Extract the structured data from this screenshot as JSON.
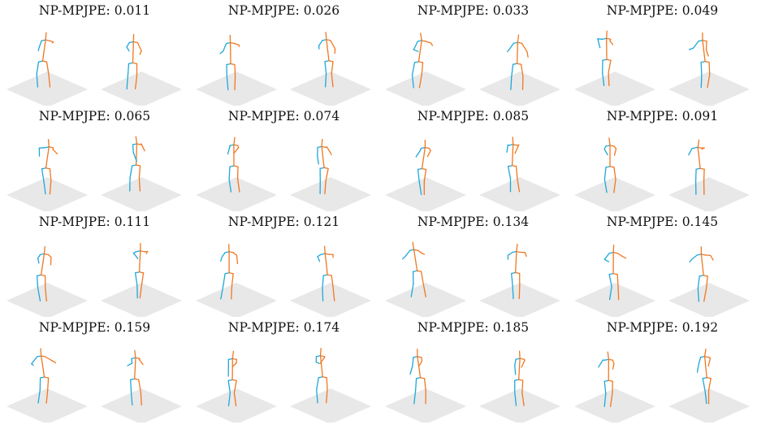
{
  "colors": {
    "ground": "#e8e8e8",
    "skeleton_a": "#1fa8d8",
    "skeleton_b": "#f07820"
  },
  "panels": [
    {
      "label": "NP-MPJPE: 0.011"
    },
    {
      "label": "NP-MPJPE: 0.026"
    },
    {
      "label": "NP-MPJPE: 0.033"
    },
    {
      "label": "NP-MPJPE: 0.049"
    },
    {
      "label": "NP-MPJPE: 0.065"
    },
    {
      "label": "NP-MPJPE: 0.074"
    },
    {
      "label": "NP-MPJPE: 0.085"
    },
    {
      "label": "NP-MPJPE: 0.091"
    },
    {
      "label": "NP-MPJPE: 0.111"
    },
    {
      "label": "NP-MPJPE: 0.121"
    },
    {
      "label": "NP-MPJPE: 0.134"
    },
    {
      "label": "NP-MPJPE: 0.145"
    },
    {
      "label": "NP-MPJPE: 0.159"
    },
    {
      "label": "NP-MPJPE: 0.174"
    },
    {
      "label": "NP-MPJPE: 0.185"
    },
    {
      "label": "NP-MPJPE: 0.192"
    }
  ]
}
